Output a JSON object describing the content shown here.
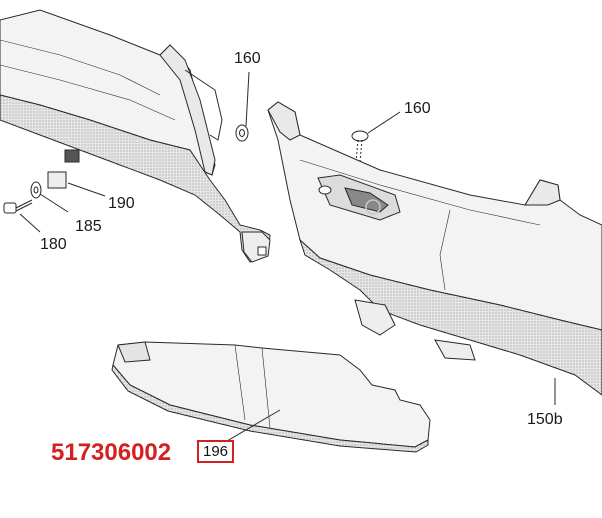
{
  "diagram": {
    "callouts": {
      "c160_left": "160",
      "c160_right": "160",
      "c190": "190",
      "c185": "185",
      "c180": "180",
      "c150b": "150b"
    },
    "highlight": {
      "part_number": "517306002",
      "reference": "196"
    },
    "colors": {
      "line": "#2a2a2a",
      "fill_light": "#f3f3f3",
      "fill_shade": "#dcdcdc",
      "accent_red": "#d42020",
      "text": "#1a1a1a"
    }
  }
}
